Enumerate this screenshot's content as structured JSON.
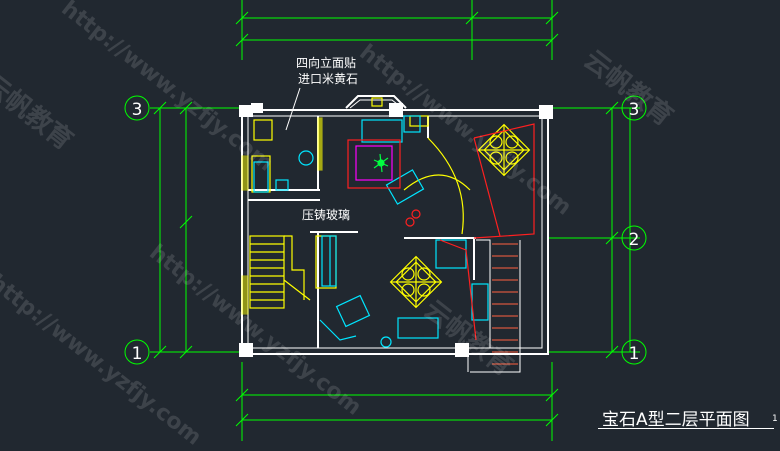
{
  "drawing": {
    "title": "宝石A型二层平面图",
    "title_suffix": "1",
    "annotations": {
      "wall_material_line1": "四向立面贴",
      "wall_material_line2": "进口米黄石",
      "glass_note": "压铸玻璃"
    },
    "grid_axes": {
      "left": [
        "3",
        "1"
      ],
      "right": [
        "3",
        "2",
        "1"
      ]
    }
  },
  "watermark": {
    "url": "http://www.yzfjy.com",
    "brand": "云帆教育"
  },
  "colors": {
    "background": "#212830",
    "walls": "#ffffff",
    "dimension": "#00ff00",
    "furniture": "#00e5ff",
    "yellow": "#ffff00",
    "red": "#ff2020",
    "magenta": "#ff00ff"
  }
}
